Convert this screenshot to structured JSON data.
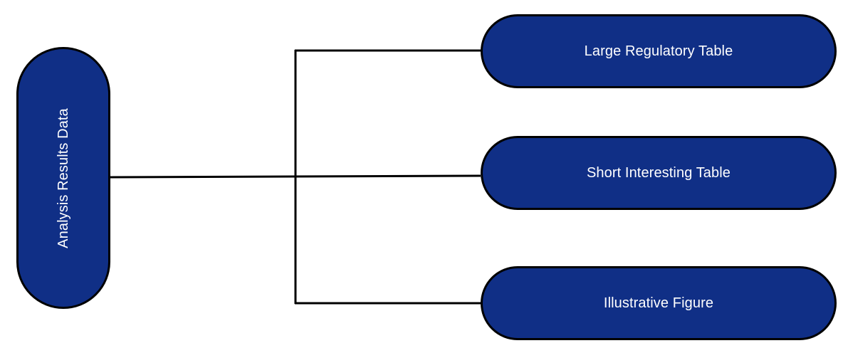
{
  "diagram": {
    "source": {
      "label": "Analysis Results Data"
    },
    "targets": [
      {
        "label": "Large Regulatory Table"
      },
      {
        "label": "Short Interesting Table"
      },
      {
        "label": "Illustrative Figure"
      }
    ]
  },
  "colors": {
    "node_fill": "#102f86",
    "node_border": "#000000",
    "connector": "#000000",
    "label_text": "#ffffff"
  }
}
